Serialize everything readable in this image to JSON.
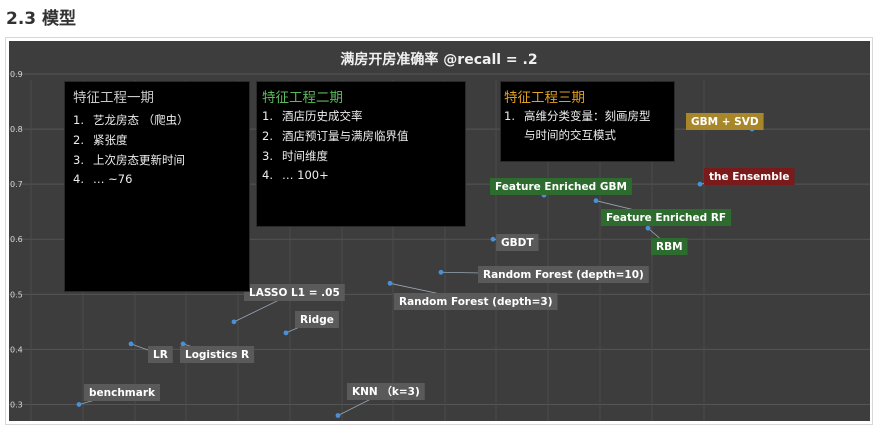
{
  "section_heading": "2.3 模型",
  "chart_data": {
    "type": "scatter",
    "title": "满房开房准确率 @recall = .2",
    "xlabel": "",
    "ylabel": "",
    "ylim": [
      0.27,
      0.9
    ],
    "yticks": [
      0.3,
      0.4,
      0.5,
      0.6,
      0.7,
      0.8,
      0.9
    ],
    "ytick_labels": [
      "0.3",
      "0.4",
      "0.5",
      "0.6",
      "0.7",
      "0.8",
      "0.9"
    ],
    "grid": true,
    "background_color": "#3d3d3d",
    "point_color": "#4a90d9",
    "points": [
      {
        "label": "benchmark",
        "x": 1,
        "y": 0.3,
        "label_bg": "#5a5a5a"
      },
      {
        "label": "LR",
        "x": 2,
        "y": 0.41,
        "label_bg": "#5a5a5a"
      },
      {
        "label": "Logistics R",
        "x": 3,
        "y": 0.41,
        "label_bg": "#5a5a5a"
      },
      {
        "label": "LASSO L1 = .05",
        "x": 4,
        "y": 0.45,
        "label_bg": "#5a5a5a"
      },
      {
        "label": "Ridge",
        "x": 5,
        "y": 0.43,
        "label_bg": "#5a5a5a"
      },
      {
        "label": "KNN （k=3)",
        "x": 6,
        "y": 0.28,
        "label_bg": "#5a5a5a"
      },
      {
        "label": "Random Forest (depth=3)",
        "x": 7,
        "y": 0.52,
        "label_bg": "#5a5a5a"
      },
      {
        "label": "Random Forest (depth=10)",
        "x": 8,
        "y": 0.54,
        "label_bg": "#5a5a5a"
      },
      {
        "label": "GBDT",
        "x": 9,
        "y": 0.6,
        "label_bg": "#5a5a5a"
      },
      {
        "label": "Feature Enriched GBM",
        "x": 10,
        "y": 0.68,
        "label_bg": "#2e6b2e"
      },
      {
        "label": "Feature Enriched RF",
        "x": 11,
        "y": 0.67,
        "label_bg": "#2e6b2e"
      },
      {
        "label": "RBM",
        "x": 12,
        "y": 0.62,
        "label_bg": "#2e6b2e"
      },
      {
        "label": "the Ensemble",
        "x": 13,
        "y": 0.7,
        "label_bg": "#7a1a1a"
      },
      {
        "label": "GBM + SVD",
        "x": 14,
        "y": 0.8,
        "label_bg": "#a8862a"
      }
    ],
    "annotations": [
      {
        "title": "特征工程一期",
        "title_color": "#c8c8c8",
        "items": [
          {
            "num": "1.",
            "text": "艺龙房态 （爬虫）"
          },
          {
            "num": "2.",
            "text": "紧张度"
          },
          {
            "num": "3.",
            "text": "上次房态更新时间"
          },
          {
            "num": "4.",
            "text": "… ~76"
          }
        ]
      },
      {
        "title": "特征工程二期",
        "title_color": "#5cb85c",
        "items": [
          {
            "num": "1.",
            "text": "酒店历史成交率"
          },
          {
            "num": "2.",
            "text": "酒店预订量与满房临界值"
          },
          {
            "num": "3.",
            "text": "时间维度"
          },
          {
            "num": "4.",
            "text": "… 100+"
          }
        ]
      },
      {
        "title": "特征工程三期",
        "title_color": "#e0a020",
        "items": [
          {
            "num": "1.",
            "text": "高维分类变量：刻画房型"
          },
          {
            "num": "",
            "text": "与时间的交互模式"
          }
        ]
      }
    ]
  }
}
